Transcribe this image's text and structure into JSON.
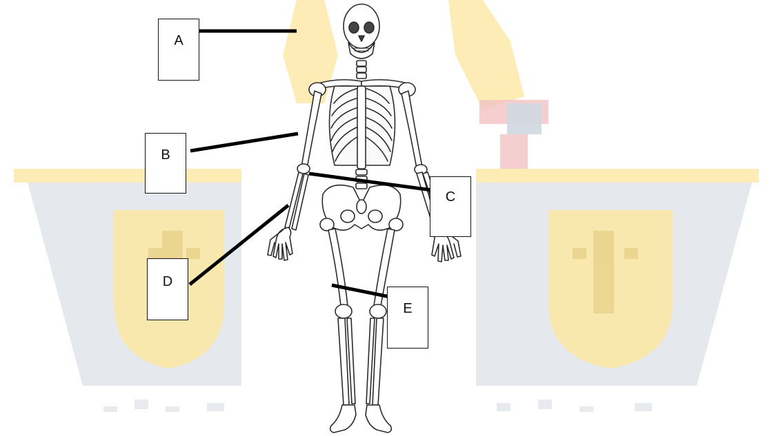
{
  "labels": [
    "A",
    "B",
    "C",
    "D",
    "E"
  ],
  "colors": {
    "watermark_gold": "#fde9a8",
    "watermark_slate": "#cfd7e0",
    "watermark_red": "#f3c4c4",
    "bone_outline": "#2a2a2a",
    "leader_line": "#000000"
  },
  "icons": {
    "watermark": "university-crest-watermark",
    "figure": "human-skeleton-front-view"
  }
}
